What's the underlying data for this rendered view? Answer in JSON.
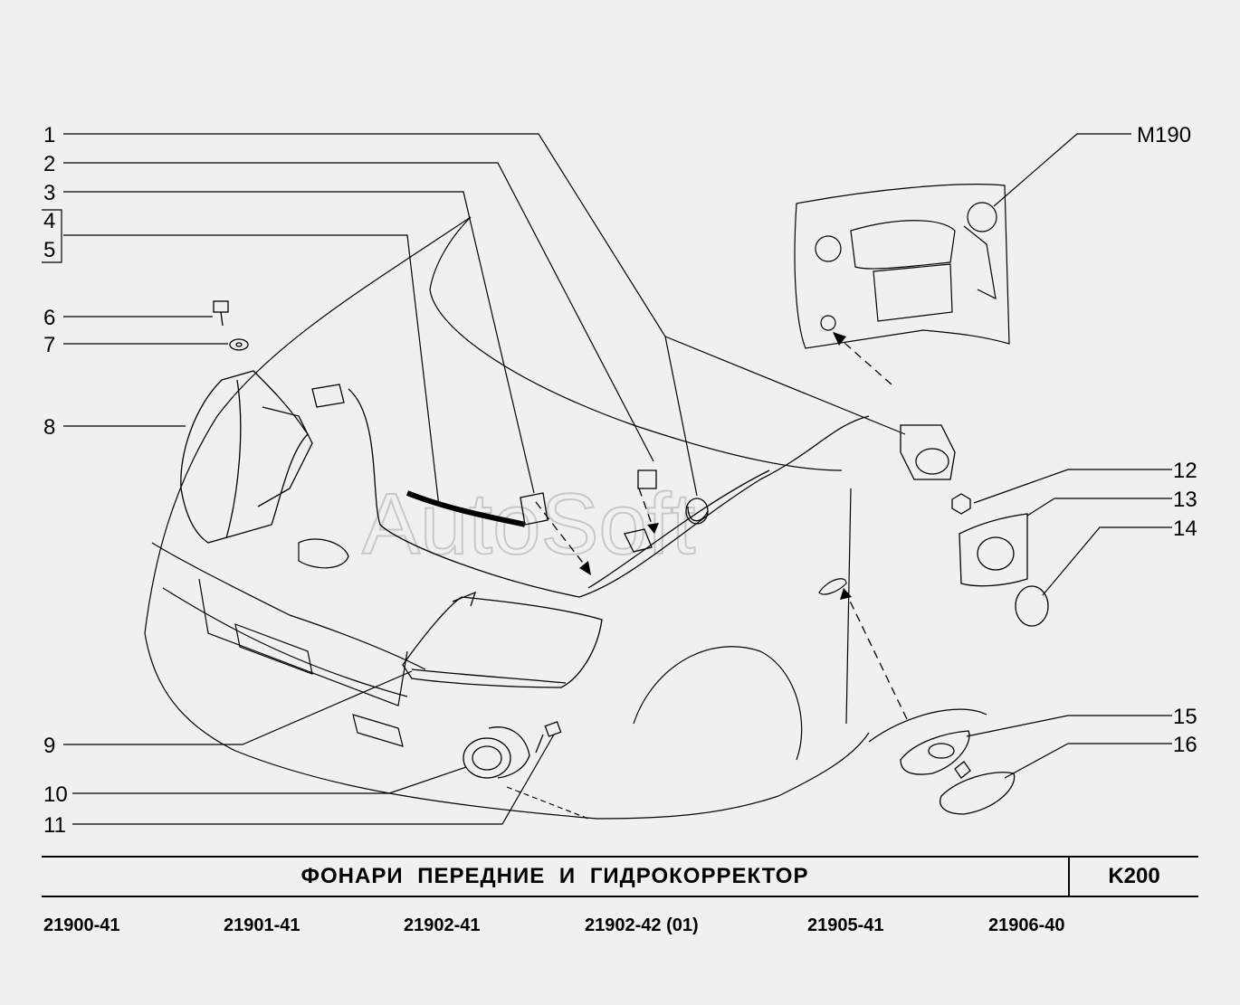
{
  "diagram": {
    "watermark": "AutoSoft",
    "callouts": [
      "1",
      "2",
      "3",
      "4",
      "5",
      "6",
      "7",
      "8",
      "9",
      "10",
      "11",
      "12",
      "13",
      "14",
      "15",
      "16",
      "M190"
    ]
  },
  "title_bar": {
    "title": "ФОНАРИ  ПЕРЕДНИЕ  И  ГИДРОКОРРЕКТОР",
    "page_code": "K200"
  },
  "models": [
    "21900-41",
    "21901-41",
    "21902-41",
    "21902-42 (01)",
    "21905-41",
    "21906-40"
  ]
}
